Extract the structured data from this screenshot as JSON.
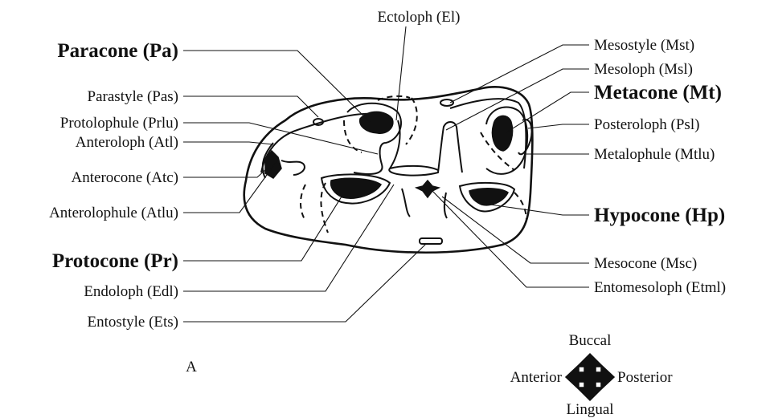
{
  "labels": {
    "ectoloph": "Ectoloph (El)",
    "paracone": "Paracone (Pa)",
    "parastyle": "Parastyle (Pas)",
    "protolophule": "Protolophule (Prlu)",
    "anteroloph": "Anteroloph (Atl)",
    "anterocone": "Anterocone (Atc)",
    "anterolophule": "Anterolophule (Atlu)",
    "protocone": "Protocone (Pr)",
    "endoloph": "Endoloph (Edl)",
    "entostyle": "Entostyle (Ets)",
    "mesostyle": "Mesostyle (Mst)",
    "mesoloph": "Mesoloph (Msl)",
    "metacone": "Metacone (Mt)",
    "posteroloph": "Posteroloph (Psl)",
    "metalophule": "Metalophule (Mtlu)",
    "hypocone": "Hypocone (Hp)",
    "mesocone": "Mesocone (Msc)",
    "entomesoloph": "Entomesoloph (Etml)"
  },
  "panel_letter": "A",
  "compass": {
    "north": "Buccal",
    "south": "Lingual",
    "west": "Anterior",
    "east": "Posterior"
  }
}
